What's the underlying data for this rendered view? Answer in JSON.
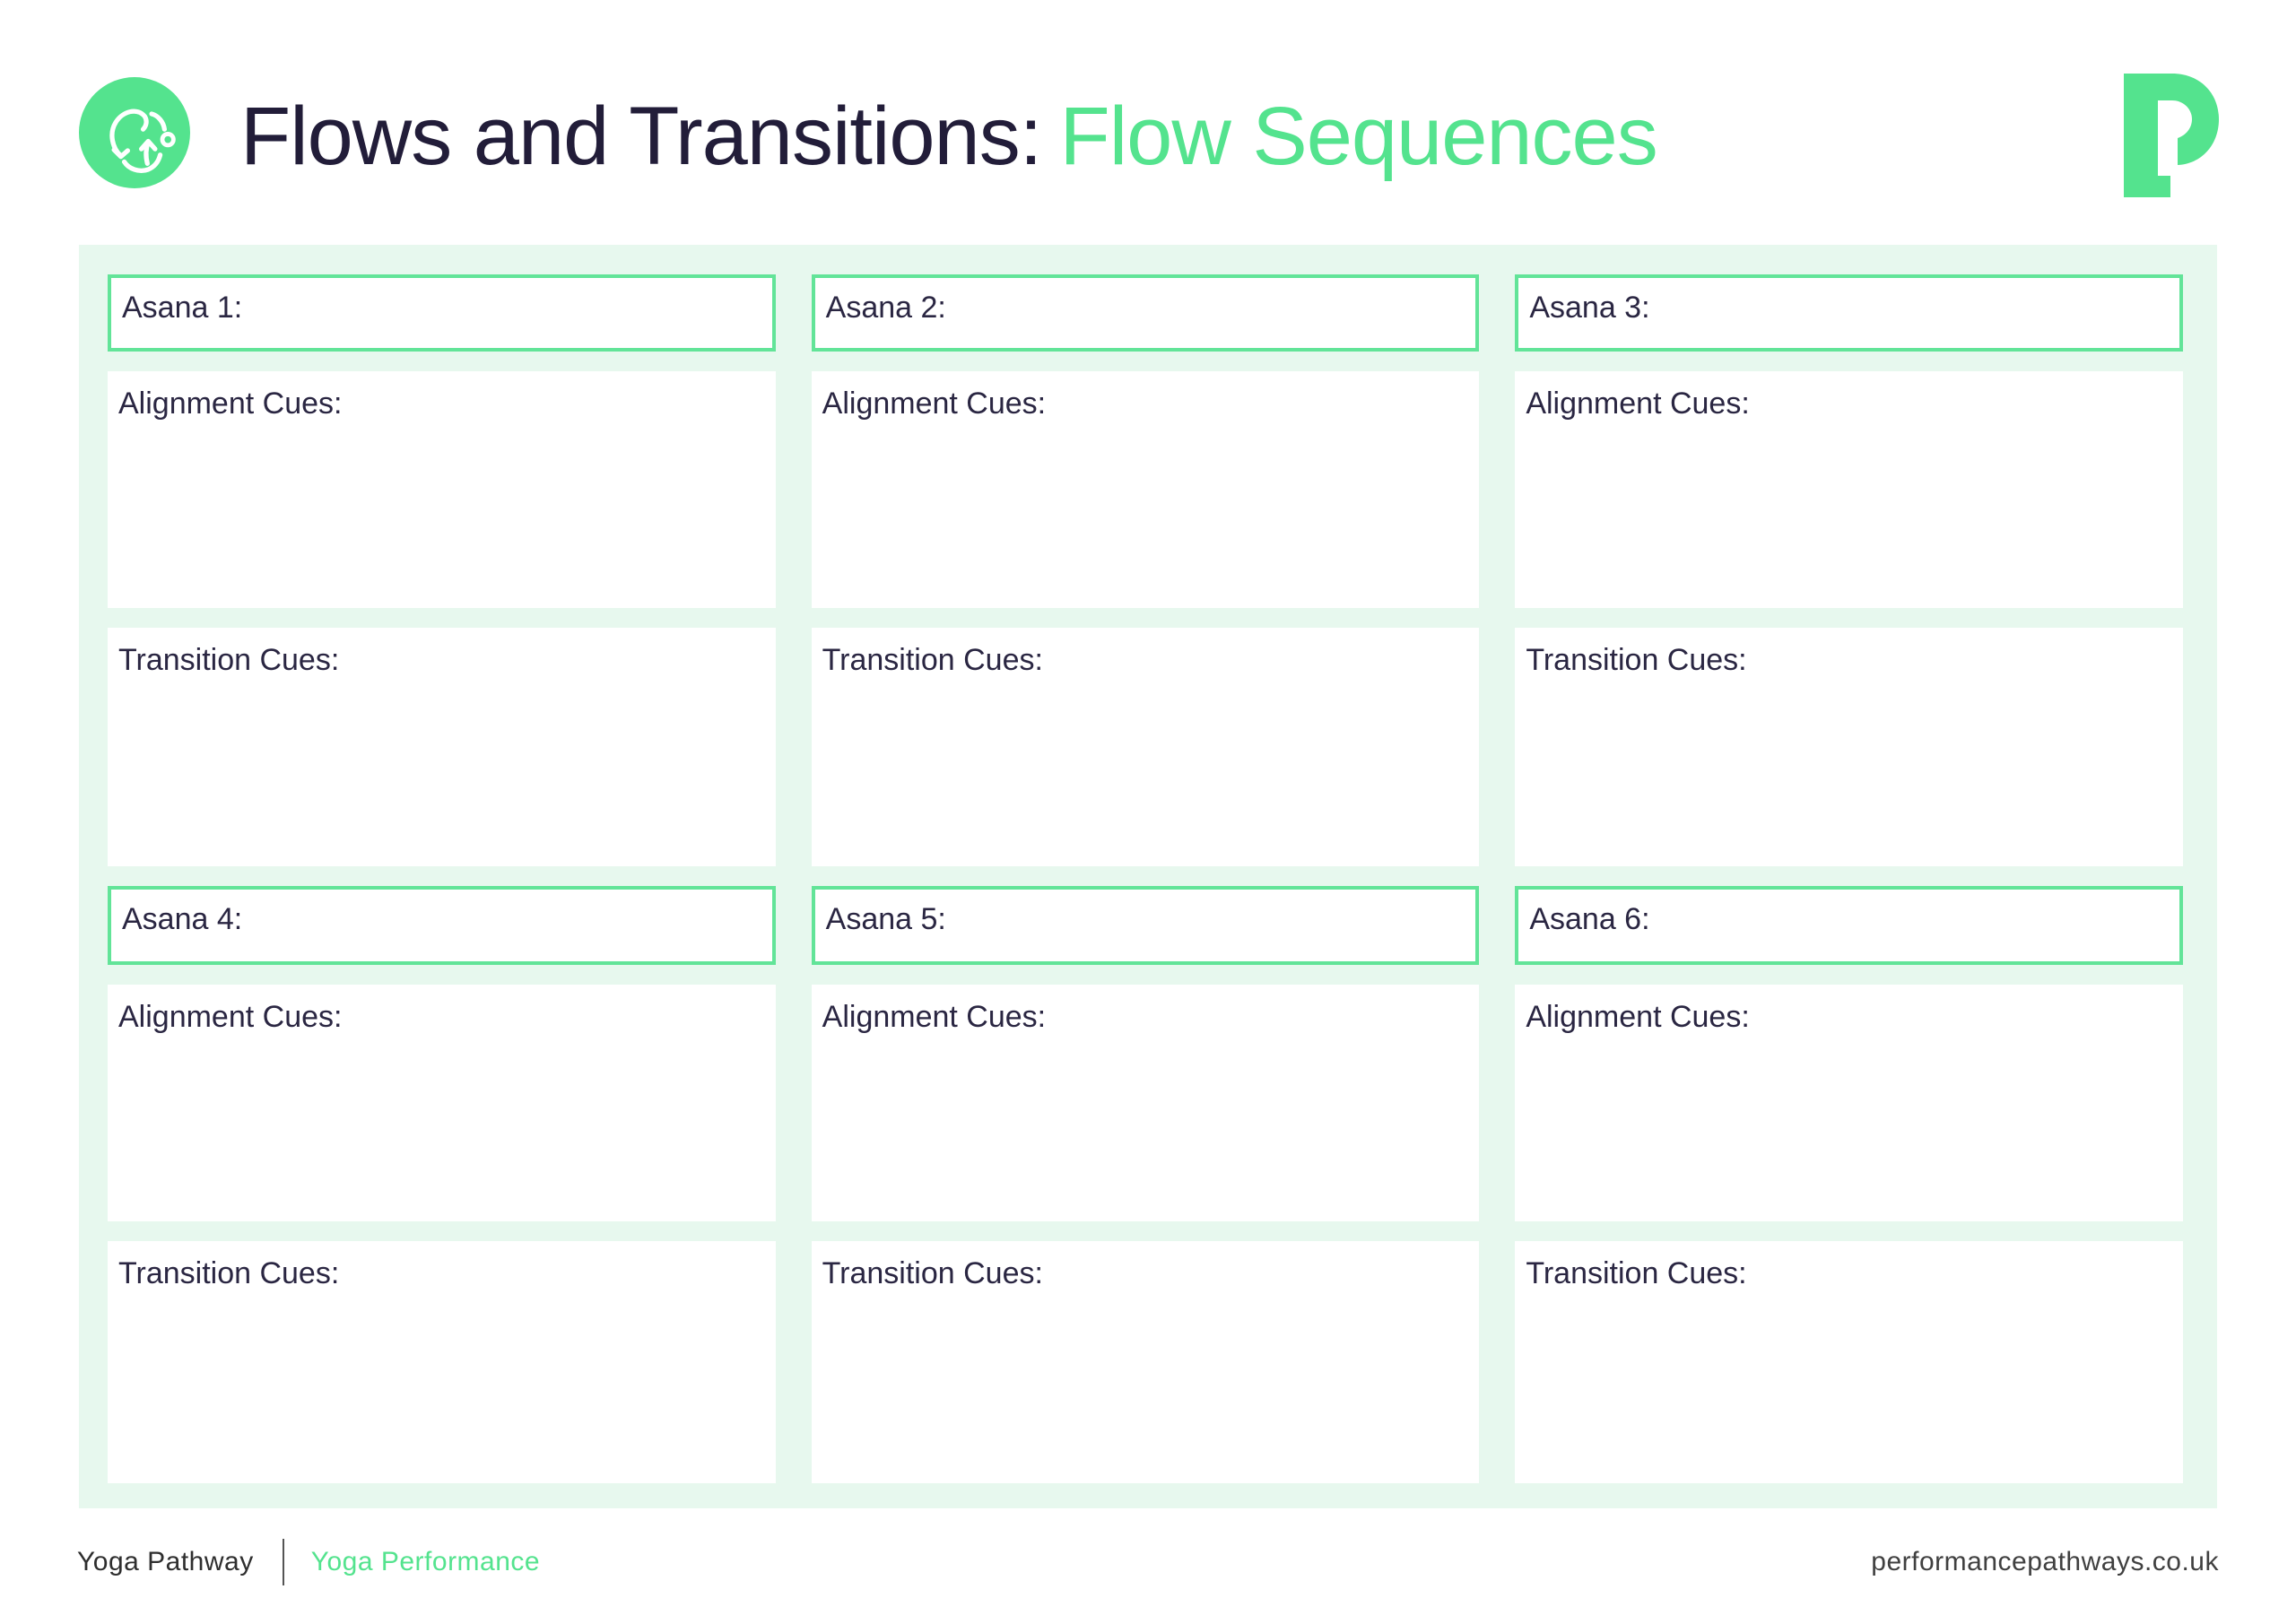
{
  "header": {
    "title_dark": "Flows and Transitions:",
    "title_accent": "Flow Sequences"
  },
  "icons": {
    "header_badge": "flow-cycle-icon",
    "brand_logo": "performance-pathways-logo"
  },
  "cards": [
    {
      "asana_label": "Asana 1:",
      "alignment_label": "Alignment Cues:",
      "transition_label": "Transition Cues:"
    },
    {
      "asana_label": "Asana 2:",
      "alignment_label": "Alignment Cues:",
      "transition_label": "Transition Cues:"
    },
    {
      "asana_label": "Asana 3:",
      "alignment_label": "Alignment Cues:",
      "transition_label": "Transition Cues:"
    },
    {
      "asana_label": "Asana 4:",
      "alignment_label": "Alignment Cues:",
      "transition_label": "Transition Cues:"
    },
    {
      "asana_label": "Asana 5:",
      "alignment_label": "Alignment Cues:",
      "transition_label": "Transition Cues:"
    },
    {
      "asana_label": "Asana 6:",
      "alignment_label": "Alignment Cues:",
      "transition_label": "Transition Cues:"
    }
  ],
  "footer": {
    "brand": "Yoga Pathway",
    "program": "Yoga Performance",
    "website": "performancepathways.co.uk"
  },
  "colors": {
    "accent_green": "#54e38e",
    "border_green": "#62e498",
    "panel_mint": "#e7f8ee",
    "ink_navy": "#221d39",
    "footer_ink": "#2e2e2e"
  }
}
